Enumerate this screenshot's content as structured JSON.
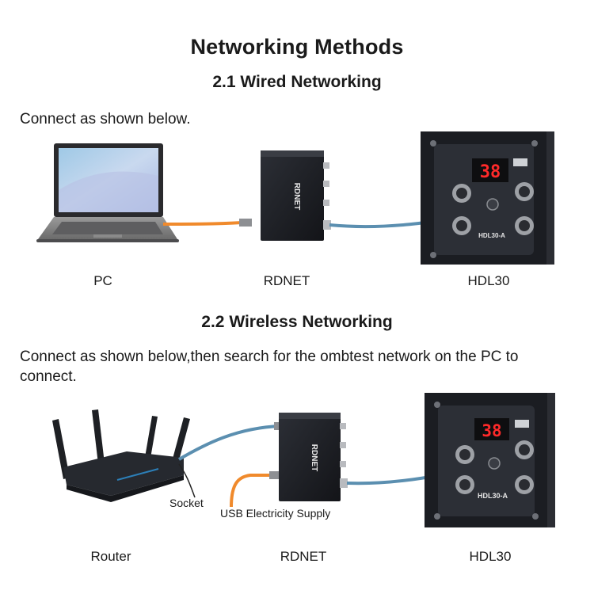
{
  "title": "Networking Methods",
  "wired": {
    "heading": "2.1 Wired Networking",
    "instruction": "Connect as shown below.",
    "labels": {
      "pc": "PC",
      "rdnet": "RDNET",
      "hdl30": "HDL30"
    }
  },
  "wireless": {
    "heading": "2.2 Wireless Networking",
    "instruction_line1": "Connect as shown below,then search for the ombtest network on the PC to",
    "instruction_line2": "connect.",
    "labels": {
      "router": "Router",
      "rdnet": "RDNET",
      "hdl30": "HDL30",
      "socket": "Socket",
      "usb": "USB Electricity Supply"
    }
  },
  "device_marks": {
    "rdnet_box_text": "RDNET",
    "hdl_display": "38",
    "hdl_model_top": "HDL30-A",
    "hdl_model_bottom": "HDL30-A"
  },
  "colors": {
    "orange_cable": "#f08a2c",
    "blue_cable": "#5b8fb0",
    "device_dark": "#1b1d22"
  }
}
